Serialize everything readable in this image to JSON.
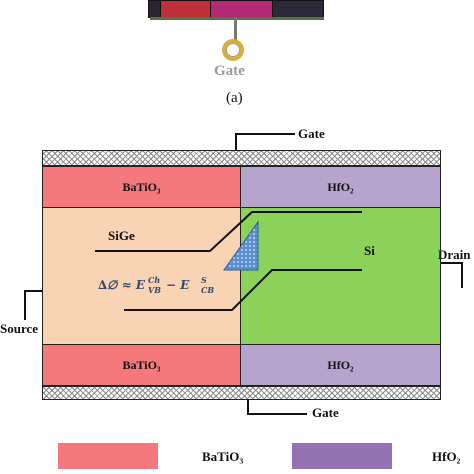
{
  "figure_a": {
    "gate_label": "Gate",
    "caption": "(a)",
    "colors": {
      "top_red": "#c0303a",
      "top_magenta": "#b32a78",
      "top_dark": "#2a2a3a",
      "gate_ring": "#d4b03a"
    }
  },
  "figure_b": {
    "top_gate_label": "Gate",
    "bottom_gate_label": "Gate",
    "source_label": "Source",
    "drain_label": "Drain",
    "top_left_layer": "BaTiO₃",
    "top_right_layer": "HfO₂",
    "bottom_left_layer": "BaTiO₃",
    "bottom_right_layer": "HfO₂",
    "left_region_label": "SiGe",
    "right_region_label": "Si",
    "colors": {
      "batio3": "#f4787c",
      "hfo2": "#b6a4cc",
      "sige": "#f8d3b4",
      "si": "#8cd25a",
      "triangle": "#5b8fd0"
    }
  },
  "legend": {
    "items": [
      {
        "label": "BaTiO₃",
        "color": "#f4787c"
      },
      {
        "label": "HfO₂",
        "color": "#9472b4"
      }
    ]
  }
}
